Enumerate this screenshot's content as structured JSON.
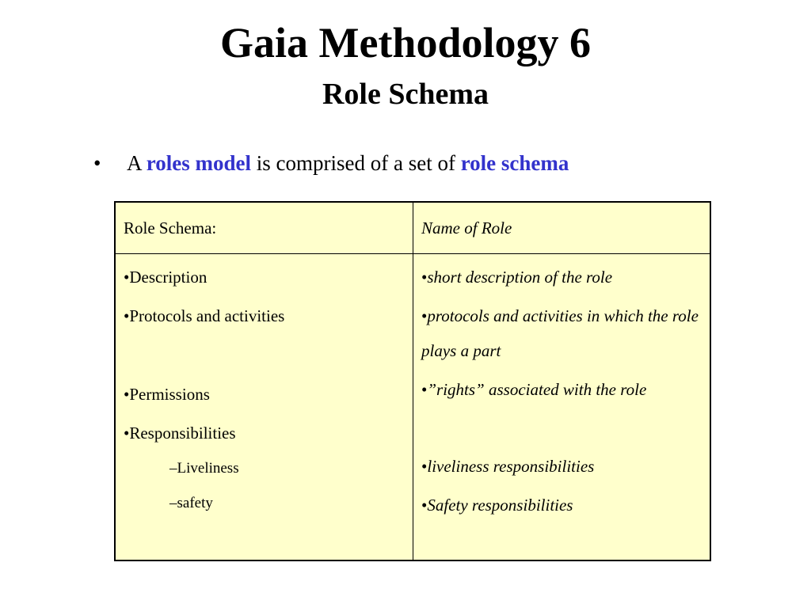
{
  "slide": {
    "title": "Gaia Methodology 6",
    "subtitle": "Role Schema",
    "bullet": {
      "marker": "•",
      "prefix": "A ",
      "term1": "roles model",
      "middle": " is comprised of a set of ",
      "term2": "role schema"
    },
    "highlight_color": "#3333cc",
    "table_background": "#ffffcc"
  },
  "table": {
    "header_left": "Role Schema:",
    "header_right": "Name of Role",
    "left": {
      "description": "•Description",
      "protocols": "•Protocols and activities",
      "permissions": "•Permissions",
      "responsibilities": "•Responsibilities",
      "liveliness": "–Liveliness",
      "safety": "–safety"
    },
    "right": {
      "description_marker": "•",
      "description": "short description of the role",
      "protocols_marker": "•",
      "protocols": "protocols and activities in which the role plays a part",
      "permissions_marker": "•",
      "permissions": "”rights” associated with the role",
      "liveliness_marker": "•",
      "liveliness": "liveliness responsibilities",
      "safety_marker": "•",
      "safety": "Safety responsibilities"
    }
  }
}
